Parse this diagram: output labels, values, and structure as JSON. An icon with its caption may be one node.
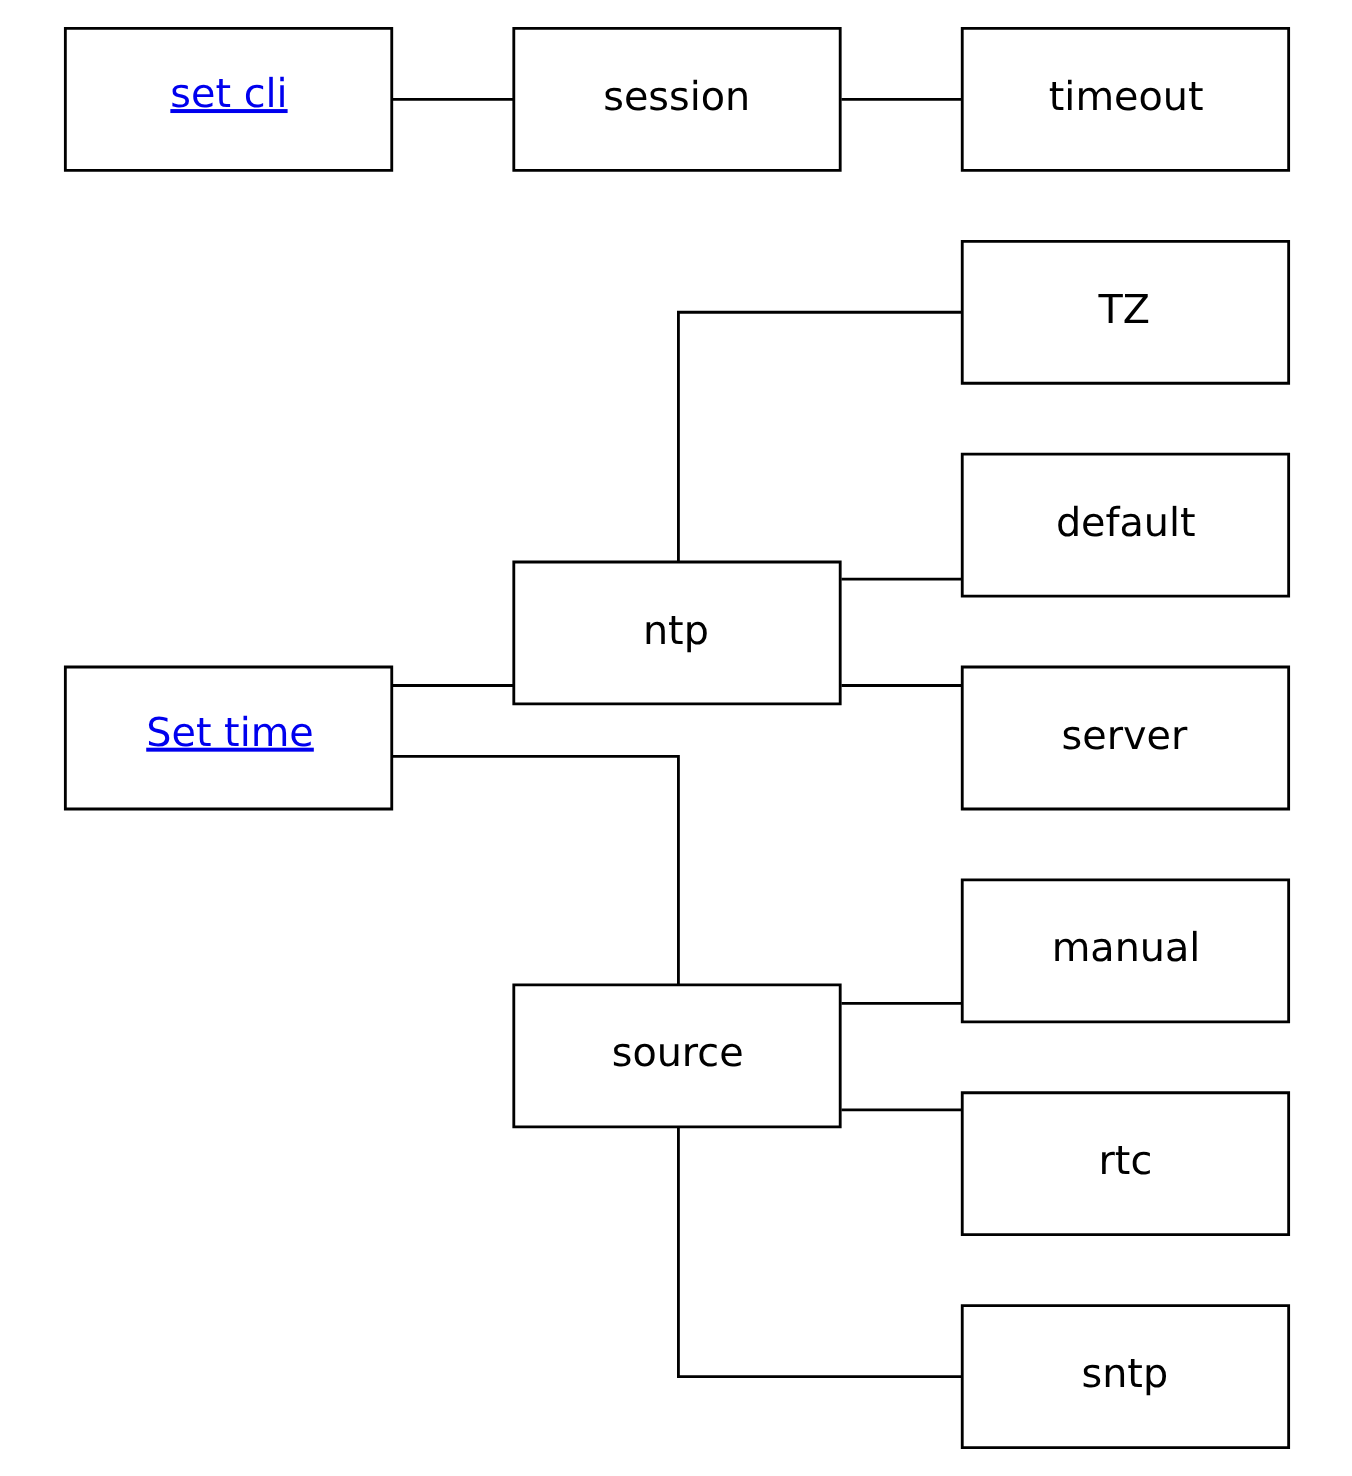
{
  "diagram": {
    "nodes": [
      {
        "text": [
          "Set time"
        ]
      },
      {
        "text": [
          "ntp"
        ]
      },
      {
        "text": [
          "source"
        ]
      },
      {
        "text": [
          "TZ"
        ]
      },
      {
        "text": [
          "default"
        ]
      },
      {
        "text": [
          "server"
        ]
      },
      {
        "text": [
          "manual"
        ]
      },
      {
        "text": [
          "rtc"
        ]
      },
      {
        "text": [
          "sntp"
        ]
      },
      {
        "text": [
          "set cli"
        ]
      },
      {
        "text": [
          "session"
        ]
      },
      {
        "text": [
          "timeout"
        ]
      }
    ],
    "edges": [
      {
        "from": 0,
        "to": 1,
        "arrow": "none"
      },
      {
        "from": 0,
        "to": 2,
        "arrow": "none"
      },
      {
        "from": 1,
        "to": 3,
        "arrow": "none"
      },
      {
        "from": 1,
        "to": 4,
        "arrow": "none"
      },
      {
        "from": 1,
        "to": 5,
        "arrow": "none"
      },
      {
        "from": 2,
        "to": 6,
        "arrow": "none"
      },
      {
        "from": 2,
        "to": 7,
        "arrow": "none"
      },
      {
        "from": 2,
        "to": 8,
        "arrow": "none"
      },
      {
        "from": 9,
        "to": 10,
        "arrow": "none"
      },
      {
        "from": 10,
        "to": 11,
        "arrow": "none"
      }
    ]
  }
}
